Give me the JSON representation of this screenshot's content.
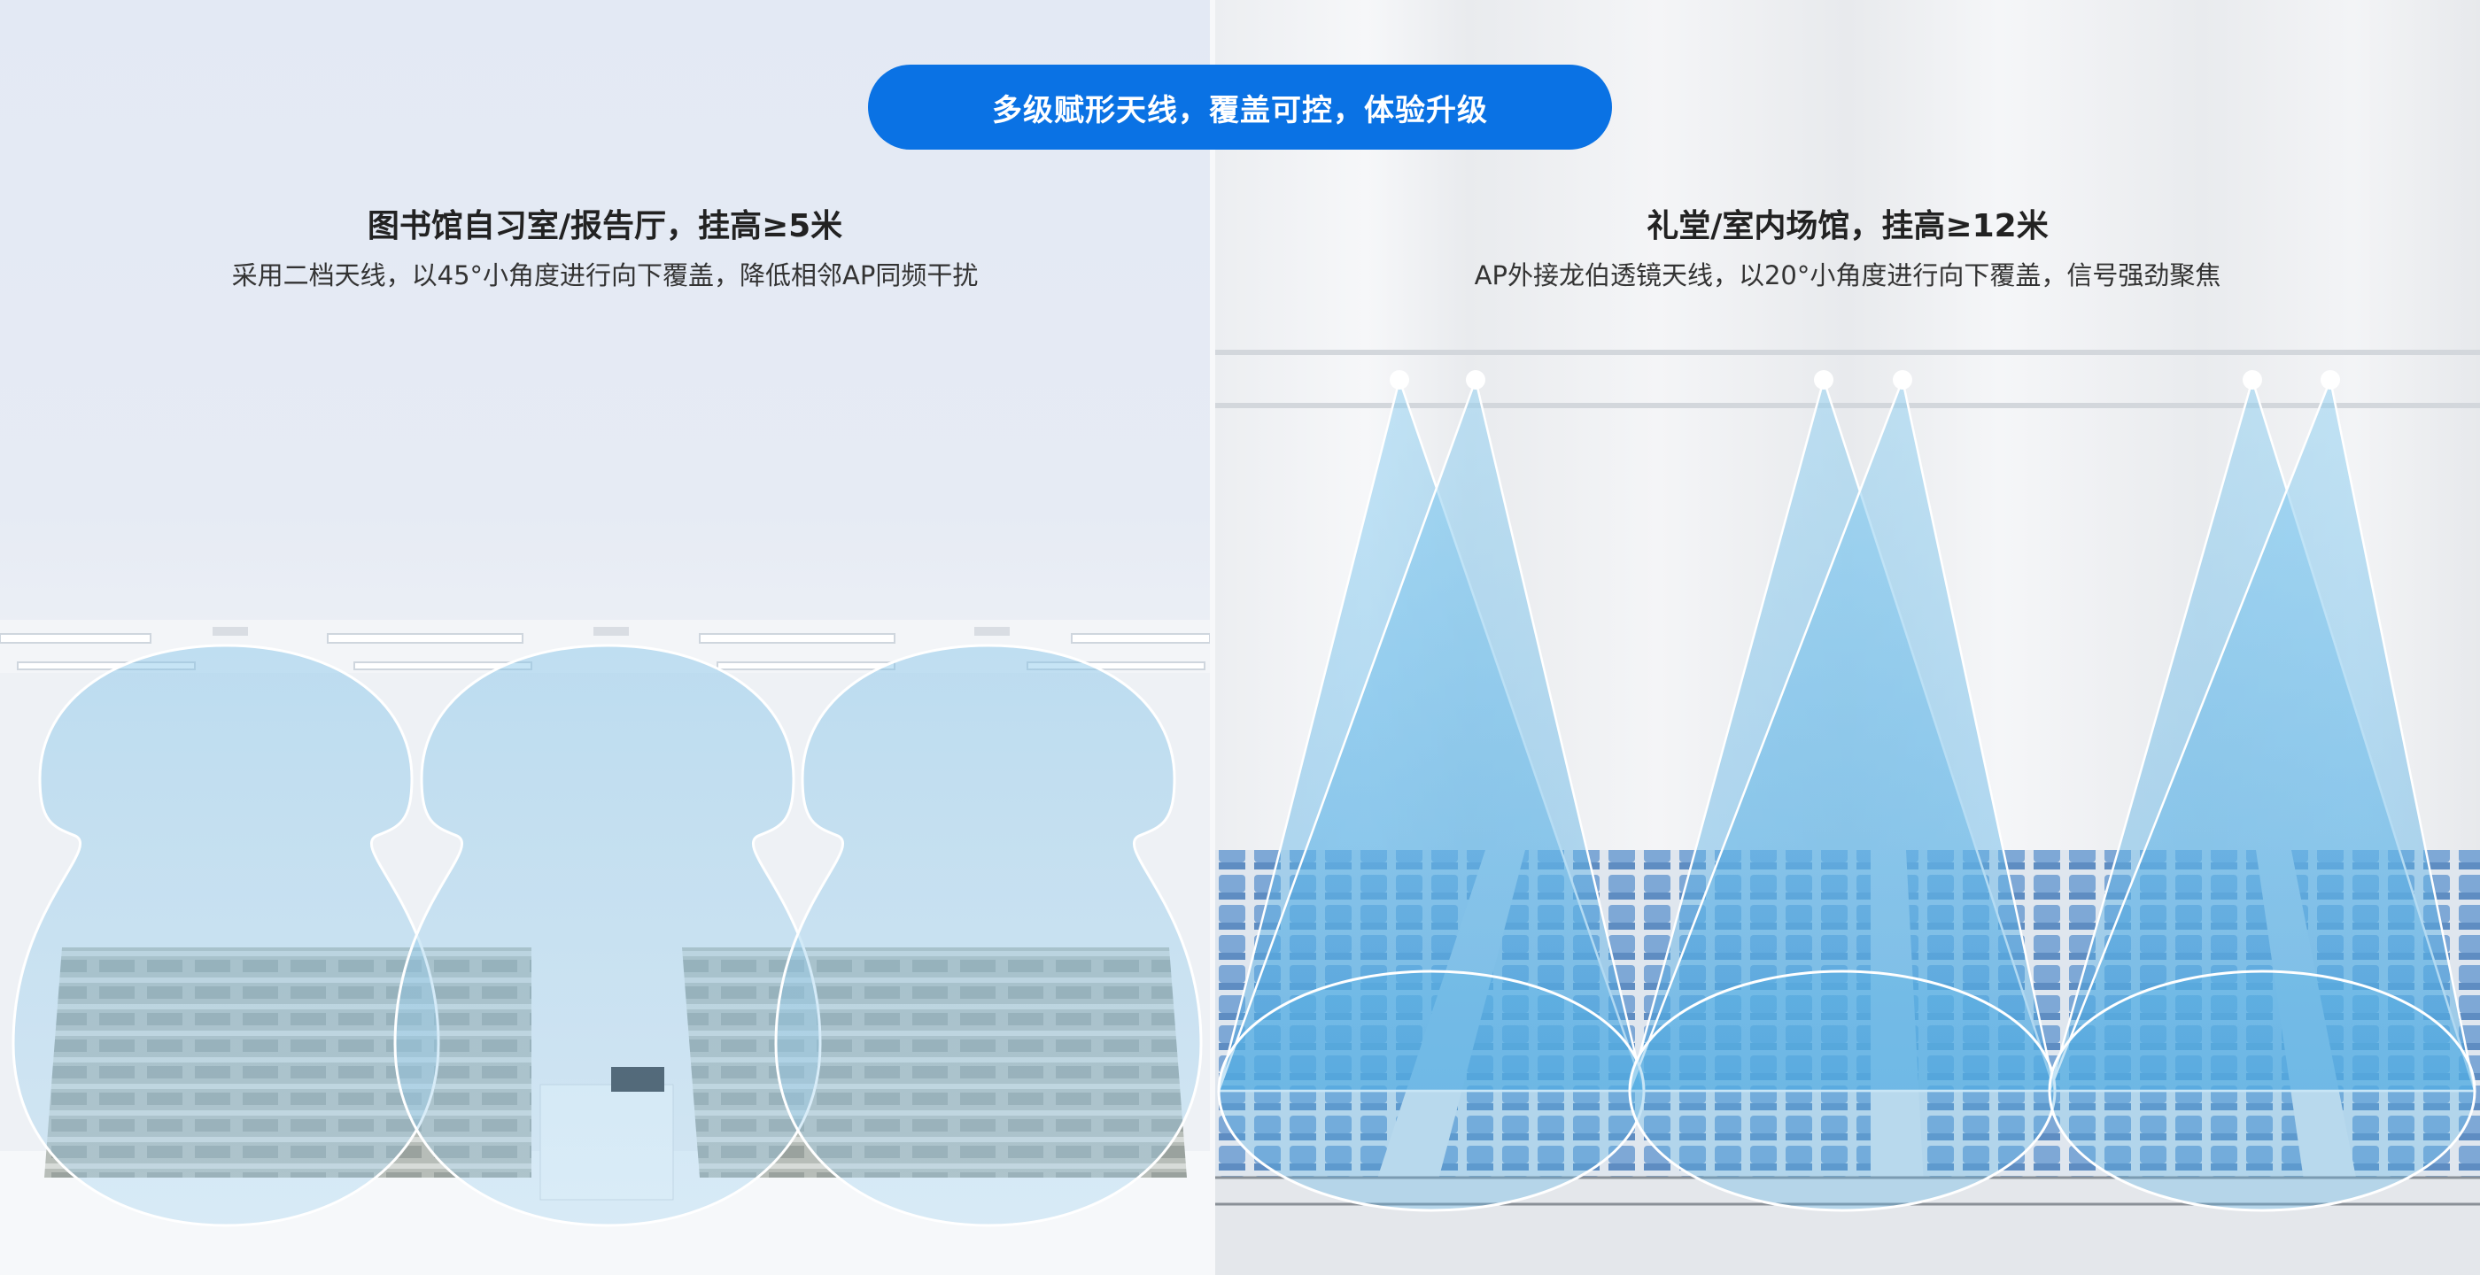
{
  "banner": {
    "label": "多级赋形天线，覆盖可控，体验升级"
  },
  "left": {
    "title": "图书馆自习室/报告厅，挂高≥5米",
    "subtitle": "采用二档天线，以45°小角度进行向下覆盖，降低相邻AP同频干扰"
  },
  "right": {
    "title": "礼堂/室内场馆，挂高≥12米",
    "subtitle": "AP外接龙伯透镜天线，以20°小角度进行向下覆盖，信号强劲聚焦"
  },
  "colors": {
    "accent": "#0a72e4",
    "coverage": "#5fb4e6"
  }
}
